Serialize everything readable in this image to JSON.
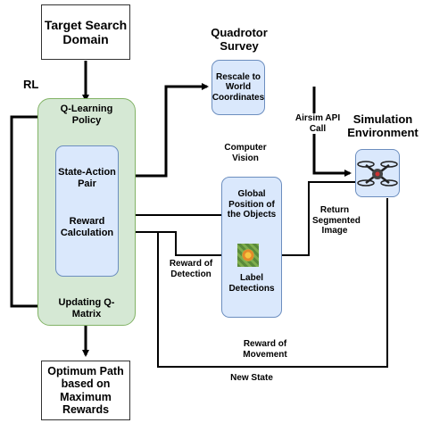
{
  "nodes": {
    "target_search_domain": "Target Search Domain",
    "rl_label": "RL",
    "q_learning_policy": "Q-Learning Policy",
    "state_action_pair": "State-Action Pair",
    "reward_calculation": "Reward Calculation",
    "updating_q_matrix": "Updating Q-Matrix",
    "optimum_path": "Optimum Path based on Maximum Rewards",
    "quadrotor_survey": "Quadrotor Survey",
    "rescale": "Rescale to World Coordinates",
    "simulation_environment": "Simulation Environment",
    "computer_vision": "Computer Vision",
    "global_position": "Global Position of the Objects",
    "label_detections": "Label Detections"
  },
  "edges": {
    "airsim_api_call": "Airsim API Call",
    "return_segmented_image": "Return Segmented Image",
    "reward_of_detection": "Reward of Detection",
    "reward_of_movement": "Reward of Movement",
    "new_state": "New State"
  },
  "colors": {
    "rl_fill": "#d5e8d4",
    "rl_stroke": "#82b366",
    "blue_fill": "#dae8fc",
    "blue_stroke": "#6c8ebf",
    "line": "#000000"
  },
  "icons": [
    "drone-icon",
    "detection-thumbnail"
  ]
}
